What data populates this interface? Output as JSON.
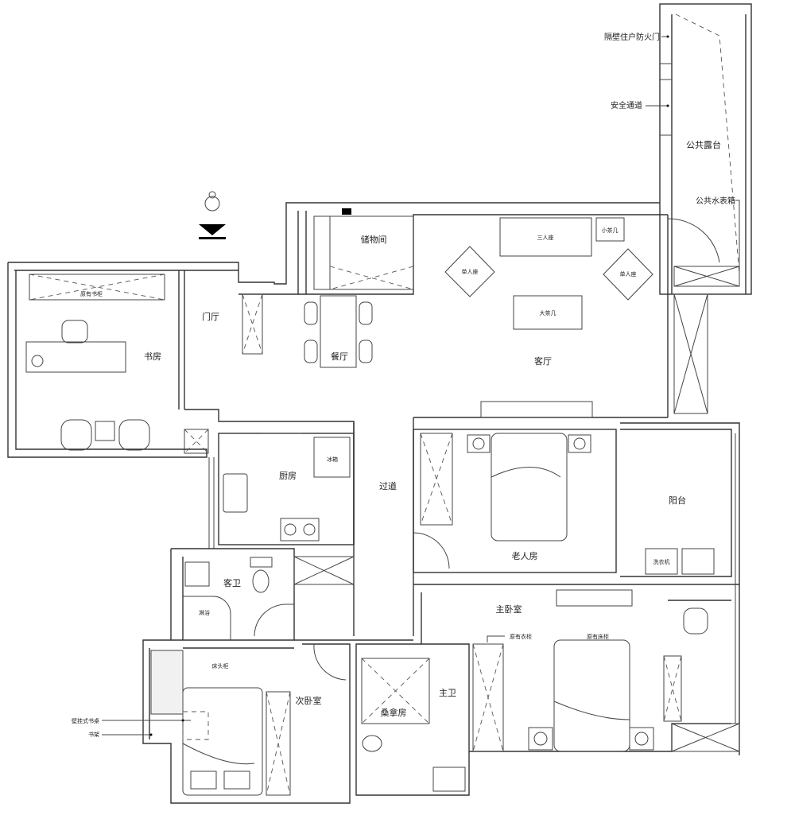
{
  "plan": {
    "rooms": {
      "living_room": "客厅",
      "dining_room": "餐厅",
      "foyer": "门厅",
      "study": "书房",
      "storage": "储物间",
      "kitchen": "厨房",
      "corridor": "过道",
      "guest_bathroom": "客卫",
      "elderly_room": "老人房",
      "balcony": "阳台",
      "master_bedroom": "主卧室",
      "second_bedroom": "次卧室",
      "sauna": "桑拿房",
      "master_bathroom": "主卫",
      "public_terrace": "公共露台"
    },
    "annotations": {
      "neighbor_fire_door": "隔壁住户防火门",
      "safety_passage": "安全通道",
      "public_water_meter_box": "公共水表箱",
      "wall_desk": "壁挂式书桌",
      "bookshelf": "书架"
    },
    "furniture": {
      "existing_bookcase": "原有书柜",
      "three_seat_sofa": "三人座",
      "small_tea_table": "小茶几",
      "single_seat_left": "单人座",
      "single_seat_right": "单人座",
      "large_tea_table": "大茶几",
      "fridge": "冰箱",
      "shower": "淋浴",
      "bedside_cabinet": "床头柜",
      "washing_machine": "洗衣机",
      "existing_wardrobe": "原有衣柜",
      "existing_bed": "原有床柜"
    }
  }
}
